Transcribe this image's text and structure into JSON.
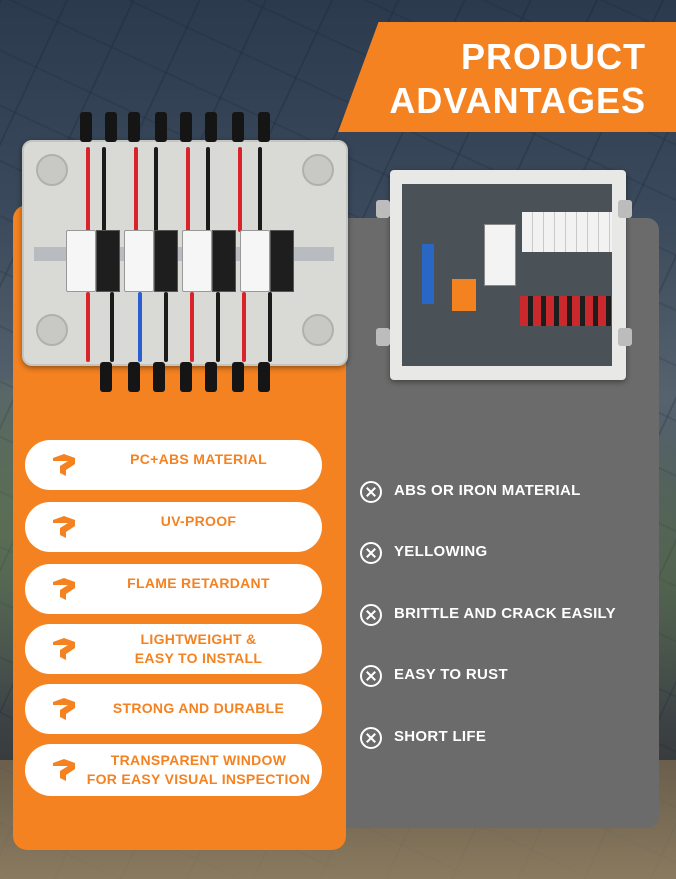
{
  "title": {
    "line1": "PRODUCT",
    "line2": "ADVANTAGES"
  },
  "advantages": [
    {
      "label_line1": "PC+ABS MATERIAL",
      "label_line2": ""
    },
    {
      "label_line1": "UV-PROOF",
      "label_line2": ""
    },
    {
      "label_line1": "FLAME RETARDANT",
      "label_line2": ""
    },
    {
      "label_line1": "LIGHTWEIGHT &",
      "label_line2": "EASY TO INSTALL"
    },
    {
      "label_line1": "STRONG AND DURABLE",
      "label_line2": ""
    },
    {
      "label_line1": "TRANSPARENT WINDOW",
      "label_line2": "FOR EASY VISUAL INSPECTION"
    }
  ],
  "disadvantages": [
    "ABS OR IRON MATERIAL",
    "YELLOWING",
    "BRITTLE AND CRACK EASILY",
    "EASY TO RUST",
    "SHORT LIFE"
  ],
  "colors": {
    "accent": "#f58220",
    "competitor_panel": "#6b6b6b",
    "text_light": "#ffffff"
  },
  "icons": {
    "brand": "brand-logo-icon",
    "negative": "x-circle-icon"
  }
}
